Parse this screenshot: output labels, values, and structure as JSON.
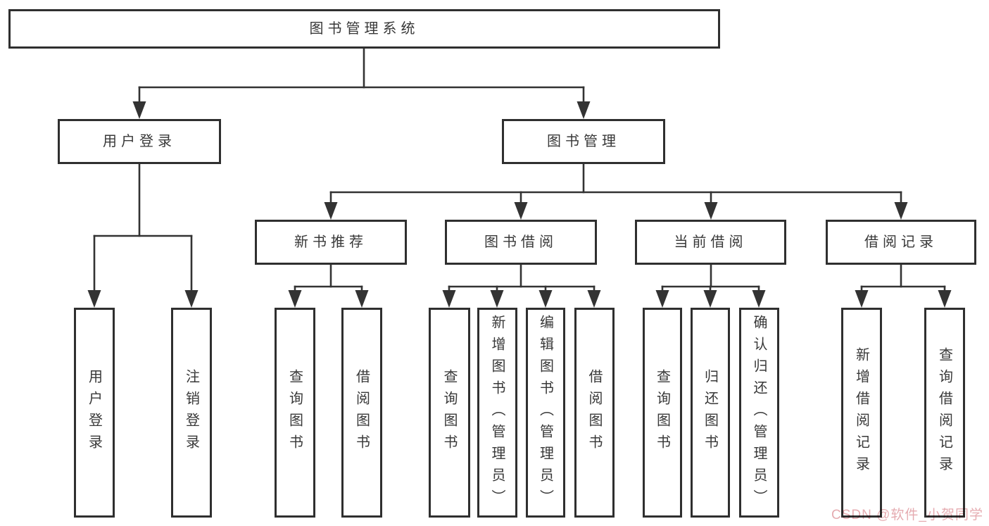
{
  "diagram_title": "图书管理系统",
  "tree": {
    "nodes": [
      {
        "id": "root",
        "label": "图书管理系统",
        "parent": null,
        "level": 1
      },
      {
        "id": "user-login",
        "label": "用户登录",
        "parent": "root",
        "level": 2
      },
      {
        "id": "book-mgmt",
        "label": "图书管理",
        "parent": "root",
        "level": 2
      },
      {
        "id": "new-book-rec",
        "label": "新书推荐",
        "parent": "book-mgmt",
        "level": 3
      },
      {
        "id": "book-borrow",
        "label": "图书借阅",
        "parent": "book-mgmt",
        "level": 3
      },
      {
        "id": "current-borrow",
        "label": "当前借阅",
        "parent": "book-mgmt",
        "level": 3
      },
      {
        "id": "borrow-record",
        "label": "借阅记录",
        "parent": "book-mgmt",
        "level": 3
      },
      {
        "id": "ul-login",
        "label": "用户登录",
        "parent": "user-login",
        "level": 4
      },
      {
        "id": "ul-logout",
        "label": "注销登录",
        "parent": "user-login",
        "level": 4
      },
      {
        "id": "nb-query",
        "label": "查询图书",
        "parent": "new-book-rec",
        "level": 4
      },
      {
        "id": "nb-borrow",
        "label": "借阅图书",
        "parent": "new-book-rec",
        "level": 4
      },
      {
        "id": "bb-query",
        "label": "查询图书",
        "parent": "book-borrow",
        "level": 4
      },
      {
        "id": "bb-add",
        "label": "新增图书（管理员）",
        "parent": "book-borrow",
        "level": 4
      },
      {
        "id": "bb-edit",
        "label": "编辑图书（管理员）",
        "parent": "book-borrow",
        "level": 4
      },
      {
        "id": "bb-borrow",
        "label": "借阅图书",
        "parent": "book-borrow",
        "level": 4
      },
      {
        "id": "cb-query",
        "label": "查询图书",
        "parent": "current-borrow",
        "level": 4
      },
      {
        "id": "cb-return",
        "label": "归还图书",
        "parent": "current-borrow",
        "level": 4
      },
      {
        "id": "cb-confirm",
        "label": "确认归还（管理员）",
        "parent": "current-borrow",
        "level": 4
      },
      {
        "id": "br-add",
        "label": "新增借阅记录",
        "parent": "borrow-record",
        "level": 4
      },
      {
        "id": "br-query",
        "label": "查询借阅记录",
        "parent": "borrow-record",
        "level": 4
      }
    ]
  },
  "watermark": {
    "text": "CSDN @软件_小贺同学"
  },
  "colors": {
    "background": "#ffffff",
    "box_border": "#2f2f2f",
    "box_fill": "#ffffff",
    "line": "#333333",
    "text": "#383838",
    "watermark": "#c94f5a"
  }
}
